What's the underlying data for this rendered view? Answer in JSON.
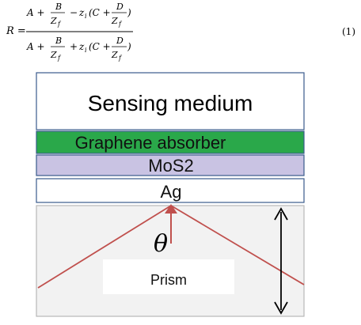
{
  "equation": {
    "lhs": "R =",
    "a": "A +",
    "b_num": "B",
    "zf": "Z",
    "zf_sub": "f",
    "minus": "−",
    "plus": "+",
    "zi": "z",
    "zi_sub": "i",
    "c_open": "(C +",
    "d_num": "D",
    "close": ")",
    "number": "(1)"
  },
  "figure": {
    "sensing_label": "Sensing medium",
    "graphene_label": "Graphene absorber",
    "mos2_label": "MoS2",
    "ag_label": "Ag",
    "theta_label": "θ",
    "prism_label": "Prism",
    "colors": {
      "graphene": "#2aa84a",
      "mos2": "#c9c3e3",
      "border": "#3a5b8c",
      "prism_bg": "#f2f2f2",
      "ray": "#c0504d"
    }
  }
}
